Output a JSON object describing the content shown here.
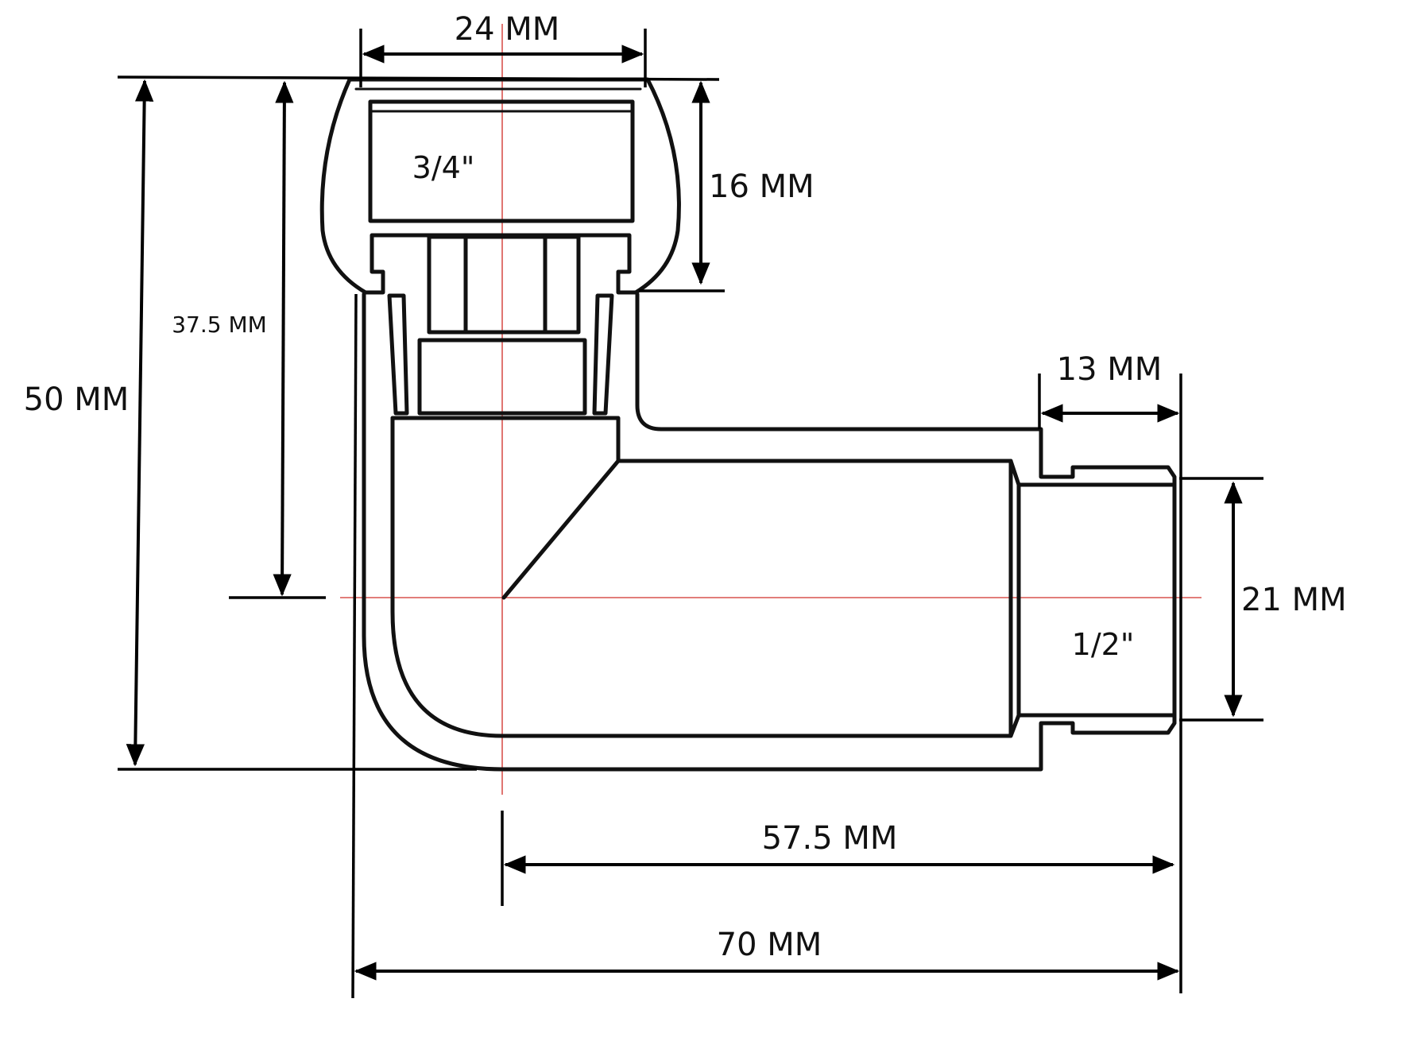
{
  "dimensions": {
    "top_width": "24 MM",
    "nut_height": "16 MM",
    "total_height": "50 MM",
    "center_height": "37.5 MM",
    "thread_length": "13 MM",
    "outlet_diameter": "21 MM",
    "center_to_end": "57.5 MM",
    "total_length": "70 MM"
  },
  "thread_sizes": {
    "inlet": "3/4\"",
    "outlet": "1/2\""
  },
  "colors": {
    "outline": "#111111",
    "dimension": "#000000",
    "centerline": "#d9534f"
  }
}
